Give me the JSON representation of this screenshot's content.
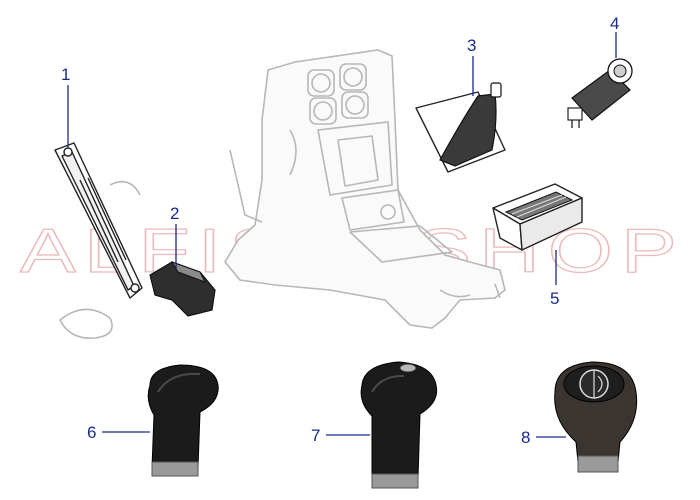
{
  "watermark": "ALFISTI SHOP",
  "callouts": [
    "1",
    "2",
    "3",
    "4",
    "5",
    "6",
    "7",
    "8"
  ],
  "colors": {
    "callout": "#1a2a8c",
    "watermark": "#e5a3a3",
    "knob": "#1b1b1b",
    "chrome": "#9a9a9a"
  }
}
